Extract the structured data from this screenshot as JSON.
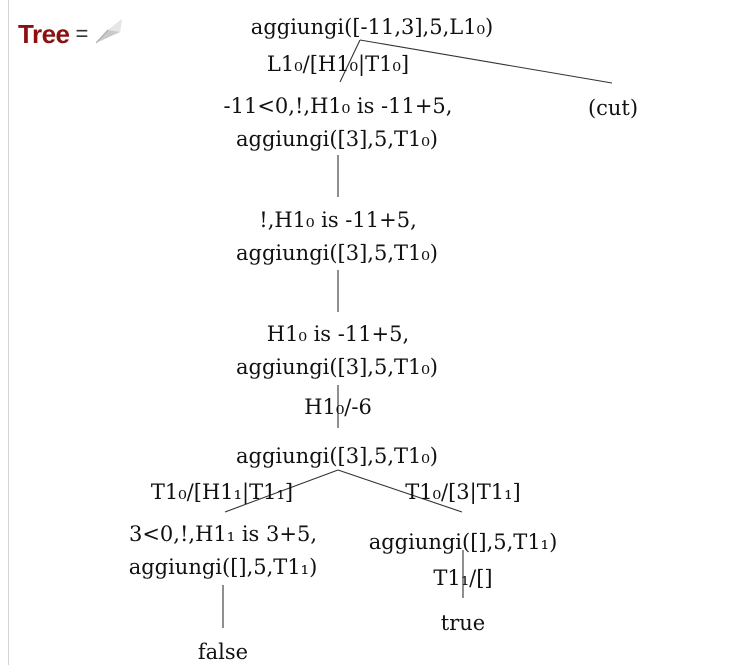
{
  "header": {
    "title": "Tree",
    "equals": "=",
    "icon": "cut-paper-icon"
  },
  "nodes": {
    "root": "aggiungi([-11,3],5,L1₀)",
    "sub0": "L1₀/[H1₀|T1₀]",
    "n1a": "-11<0,!,H1₀ is -11+5,",
    "n1b": "aggiungi([3],5,T1₀)",
    "cut": "(cut)",
    "n2a": "!,H1₀ is -11+5,",
    "n2b": "aggiungi([3],5,T1₀)",
    "n3a": "H1₀ is -11+5,",
    "n3b": "aggiungi([3],5,T1₀)",
    "sub1": "H1₀/-6",
    "n4": "aggiungi([3],5,T1₀)",
    "sub_left": "T1₀/[H1₁|T1₁]",
    "sub_right": "T1₀/[3|T1₁]",
    "nLa": "3<0,!,H1₁ is 3+5,",
    "nLb": "aggiungi([],5,T1₁)",
    "nR": "aggiungi([],5,T1₁)",
    "sub_r2": "T1₁/[]",
    "false_leaf": "false",
    "true_leaf": "true"
  }
}
